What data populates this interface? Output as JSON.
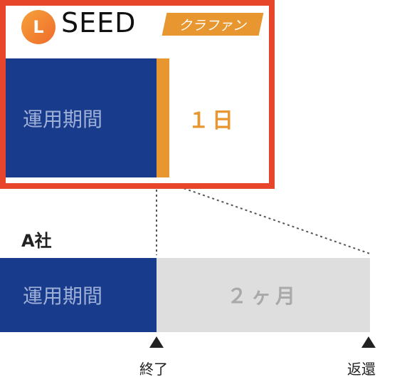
{
  "logo": {
    "mark": "L",
    "name": "SEED",
    "badge": "クラファン"
  },
  "seed_period": {
    "label": "運用期間",
    "value": "１日"
  },
  "company": {
    "name": "A社",
    "label": "運用期間",
    "value": "２ヶ月"
  },
  "markers": {
    "end": "終了",
    "repay": "返還"
  },
  "colors": {
    "highlight": "#e8462a",
    "navy": "#193b8c",
    "orange": "#e8962f",
    "gray": "#dedede"
  }
}
